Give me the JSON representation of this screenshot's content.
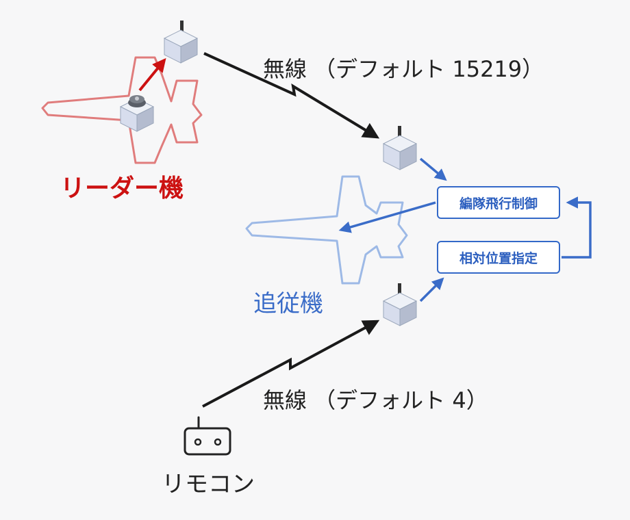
{
  "colors": {
    "leader": "#cc1111",
    "leader_outline": "#e07c7c",
    "follower": "#3a6cc8",
    "follower_outline": "#9db9e6",
    "wireless": "#1a1a1a"
  },
  "labels": {
    "wireless_top": "無線 （デフォルト 15219）",
    "wireless_bottom": "無線 （デフォルト 4）",
    "leader": "リーダー機",
    "follower": "追従機",
    "remote": "リモコン"
  },
  "boxes": {
    "formation": "編隊飛行制御",
    "relative": "相対位置指定"
  },
  "icons": {
    "leader_plane": "jet-outline-icon",
    "follower_plane": "jet-outline-icon",
    "radio": "radio-module-icon",
    "sensor": "gps-sensor-icon",
    "remote": "remote-controller-icon"
  }
}
